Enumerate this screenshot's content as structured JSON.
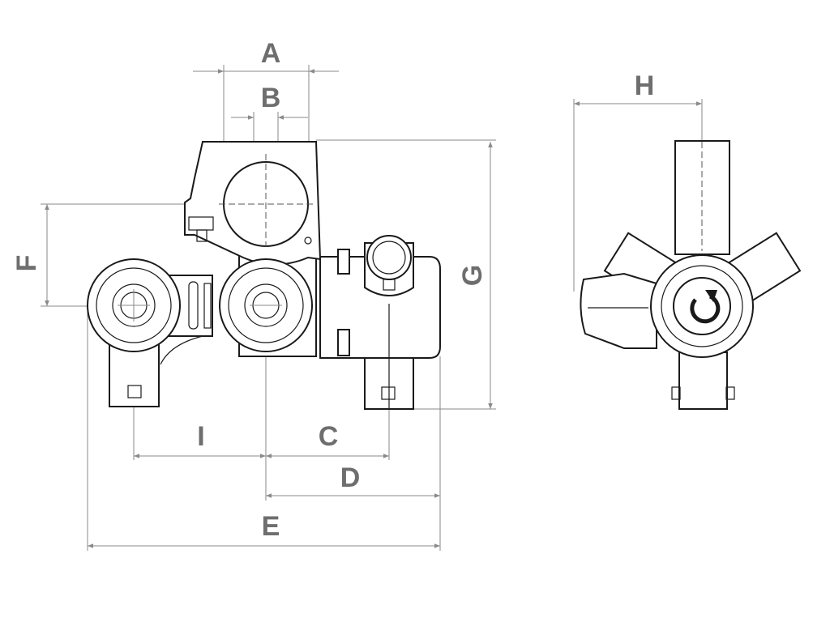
{
  "dimension_labels": {
    "A": "A",
    "B": "B",
    "C": "C",
    "D": "D",
    "E": "E",
    "F": "F",
    "G": "G",
    "H": "H",
    "I": "I"
  },
  "colors": {
    "dimension": "#8a8a8a",
    "label": "#6e6e6e",
    "outline": "#1a1a1a"
  }
}
